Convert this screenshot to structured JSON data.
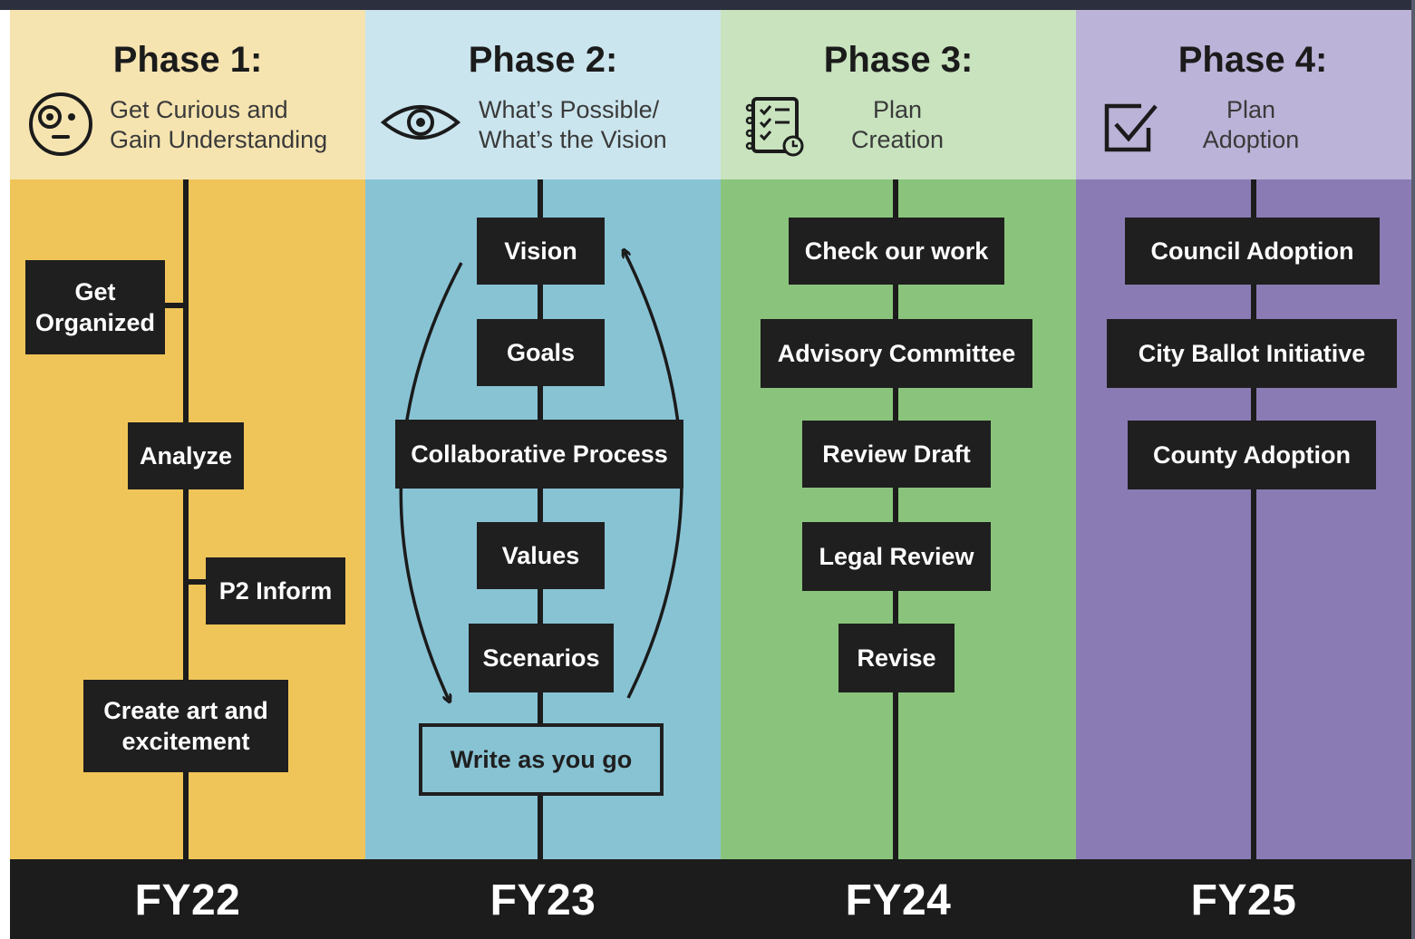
{
  "phases": [
    {
      "title": "Phase 1:",
      "subtitle": "Get Curious and\nGain Understanding",
      "icon": "curious-face-icon",
      "year": "FY22",
      "colors": {
        "head": "#f5e4b0",
        "body": "#efc559"
      },
      "steps": [
        "Get\nOrganized",
        "Analyze",
        "P2 Inform",
        "Create art and\nexcitement"
      ]
    },
    {
      "title": "Phase 2:",
      "subtitle": "What’s Possible/\nWhat’s the Vision",
      "icon": "eye-icon",
      "year": "FY23",
      "colors": {
        "head": "#cbe5ee",
        "body": "#88c3d4"
      },
      "steps": [
        "Vision",
        "Goals",
        "Collaborative Process",
        "Values",
        "Scenarios",
        "Write as you go"
      ]
    },
    {
      "title": "Phase 3:",
      "subtitle": "Plan\nCreation",
      "icon": "checklist-icon",
      "year": "FY24",
      "colors": {
        "head": "#c8e3be",
        "body": "#8ac47c"
      },
      "steps": [
        "Check our work",
        "Advisory Committee",
        "Review Draft",
        "Legal Review",
        "Revise"
      ]
    },
    {
      "title": "Phase 4:",
      "subtitle": "Plan\nAdoption",
      "icon": "checkbox-icon",
      "year": "FY25",
      "colors": {
        "head": "#bcb3d8",
        "body": "#8a7bb4"
      },
      "steps": [
        "Council Adoption",
        "City Ballot Initiative",
        "County Adoption"
      ]
    }
  ]
}
